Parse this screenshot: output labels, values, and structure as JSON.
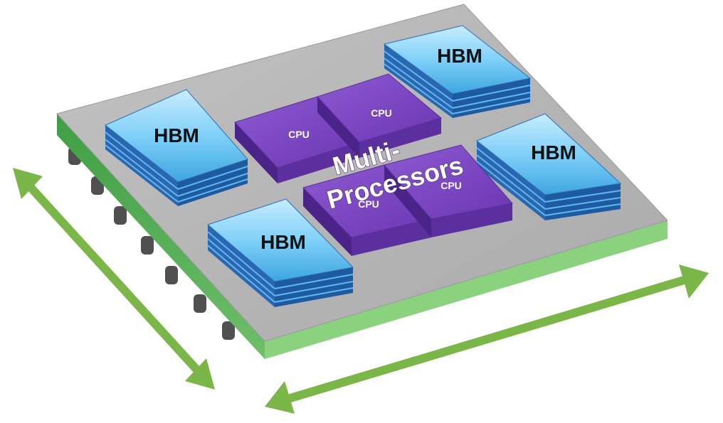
{
  "hbm_stacks": [
    {
      "label": "HBM"
    },
    {
      "label": "HBM"
    },
    {
      "label": "HBM"
    },
    {
      "label": "HBM"
    }
  ],
  "cpu_dies": [
    {
      "label": "CPU"
    },
    {
      "label": "CPU"
    },
    {
      "label": "CPU"
    },
    {
      "label": "CPU"
    }
  ],
  "center_label": {
    "line1": "Multi-",
    "line2": "Processors"
  },
  "colors": {
    "substrate_top": "#b8b8b8",
    "substrate_side": "#86cc7c",
    "hbm": "#4ab8e8",
    "cpu": "#7a44c0",
    "arrow": "#7ab648"
  }
}
